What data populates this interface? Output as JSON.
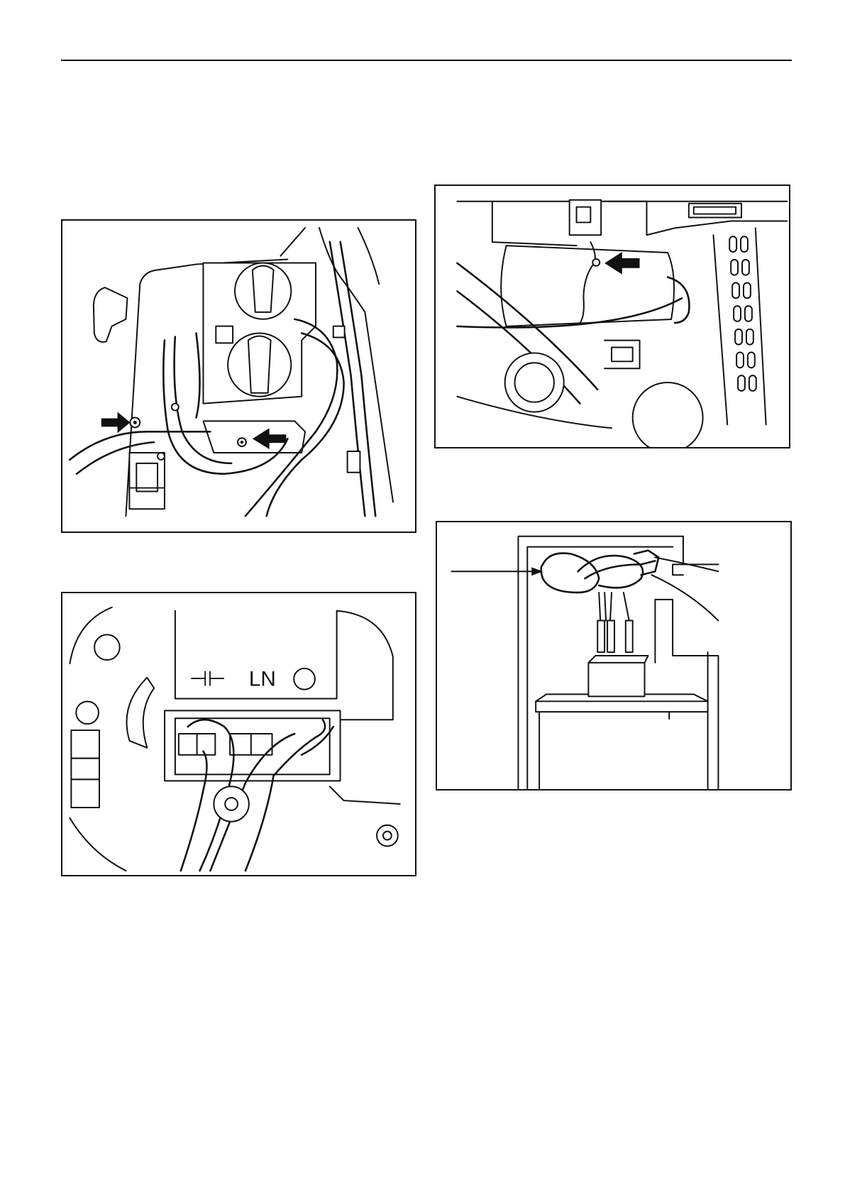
{
  "document": {
    "figures": [
      {
        "id": "fig1",
        "labels": []
      },
      {
        "id": "fig2",
        "labels": [
          {
            "text": "⊣⊢"
          },
          {
            "text": "LN"
          }
        ]
      },
      {
        "id": "fig3",
        "labels": []
      },
      {
        "id": "fig4",
        "labels": []
      }
    ],
    "icons": {
      "arrow": "arrow-icon",
      "screw": "screw-icon"
    },
    "colors": {
      "ink": "#111111",
      "paper": "#ffffff"
    }
  }
}
